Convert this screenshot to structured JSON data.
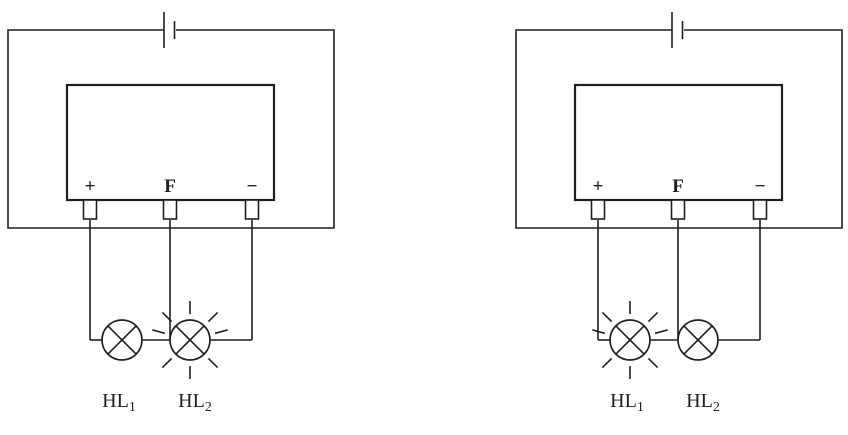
{
  "colors": {
    "line": "#1f1f1f",
    "background": "#ffffff"
  },
  "diagrams": [
    {
      "id": "circuit-left",
      "terminals": {
        "plus": "+",
        "gate": "F",
        "minus": "−"
      },
      "lamps": [
        {
          "name": "HL",
          "sub": "1",
          "lit": false
        },
        {
          "name": "HL",
          "sub": "2",
          "lit": true
        }
      ]
    },
    {
      "id": "circuit-right",
      "terminals": {
        "plus": "+",
        "gate": "F",
        "minus": "−"
      },
      "lamps": [
        {
          "name": "HL",
          "sub": "1",
          "lit": true
        },
        {
          "name": "HL",
          "sub": "2",
          "lit": false
        }
      ]
    }
  ]
}
